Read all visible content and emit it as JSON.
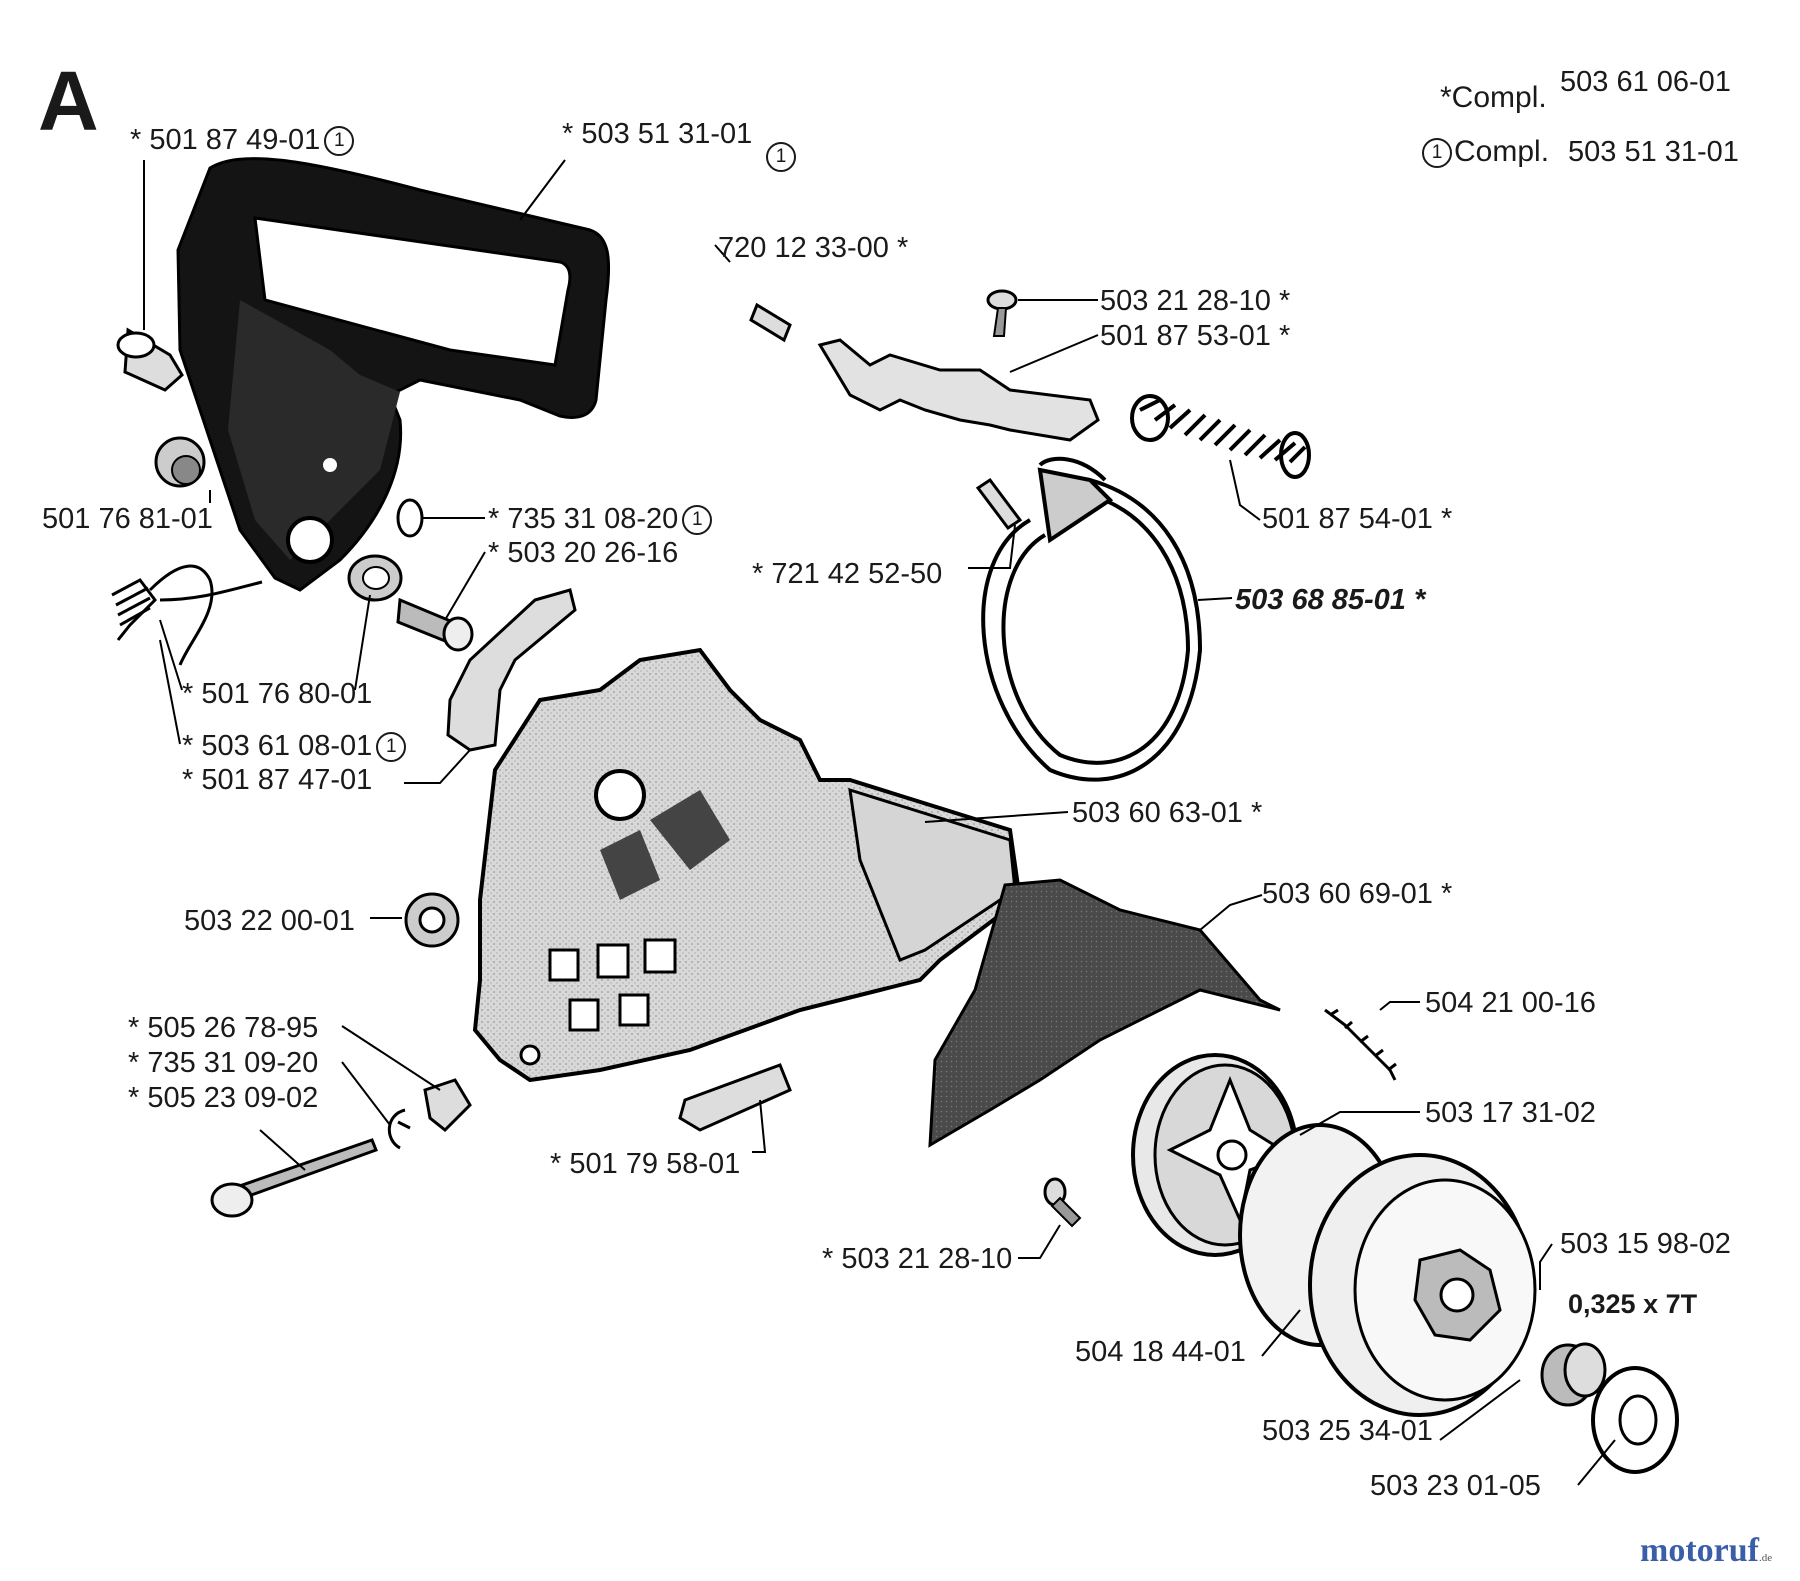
{
  "section_letter": "A",
  "legend": {
    "compl_star_label": "*Compl.",
    "compl_star_value": "503 61 06-01",
    "compl_circle_label": "Compl.",
    "compl_circle_value": "503 51 31-01",
    "circle_glyph": "1"
  },
  "parts": [
    {
      "label": "* 501 87 49-01",
      "circle": true
    },
    {
      "label": "* 503 51 31-01",
      "circle": true
    },
    {
      "label": "720 12 33-00 *",
      "circle": false
    },
    {
      "label": "503 21 28-10 *",
      "circle": false
    },
    {
      "label": "501 87 53-01 *",
      "circle": false
    },
    {
      "label": "501 87 54-01 *",
      "circle": false
    },
    {
      "label": "501 76 81-01",
      "circle": false
    },
    {
      "label": "* 735 31 08-20",
      "circle": true
    },
    {
      "label": "* 503 20 26-16",
      "circle": false
    },
    {
      "label": "* 721 42 52-50",
      "circle": false
    },
    {
      "label": "503 68 85-01 *",
      "circle": false
    },
    {
      "label": "* 501 76 80-01",
      "circle": false
    },
    {
      "label": "* 503 61 08-01",
      "circle": true
    },
    {
      "label": "* 501 87 47-01",
      "circle": false
    },
    {
      "label": "503 60 63-01 *",
      "circle": false
    },
    {
      "label": "503 60 69-01 *",
      "circle": false
    },
    {
      "label": "503 22 00-01",
      "circle": false
    },
    {
      "label": "504 21 00-16",
      "circle": false
    },
    {
      "label": "* 505 26 78-95",
      "circle": false
    },
    {
      "label": "* 735 31 09-20",
      "circle": false
    },
    {
      "label": "* 505 23 09-02",
      "circle": false
    },
    {
      "label": "503 17 31-02",
      "circle": false
    },
    {
      "label": "* 501 79 58-01",
      "circle": false
    },
    {
      "label": "* 503 21 28-10",
      "circle": false
    },
    {
      "label": "503 15 98-02",
      "circle": false
    },
    {
      "label": "0,325 x 7T",
      "circle": false
    },
    {
      "label": "504 18 44-01",
      "circle": false
    },
    {
      "label": "503 25 34-01",
      "circle": false
    },
    {
      "label": "503 23 01-05",
      "circle": false
    }
  ],
  "brand": {
    "main": "motoruf",
    "suffix": ".de"
  },
  "colors": {
    "ink": "#1a1a1a",
    "part_fill": "#cfcfcf",
    "guard_fill": "#555555",
    "brand_blue": "#3a5fa8",
    "brand_orange": "#e07a1a"
  }
}
